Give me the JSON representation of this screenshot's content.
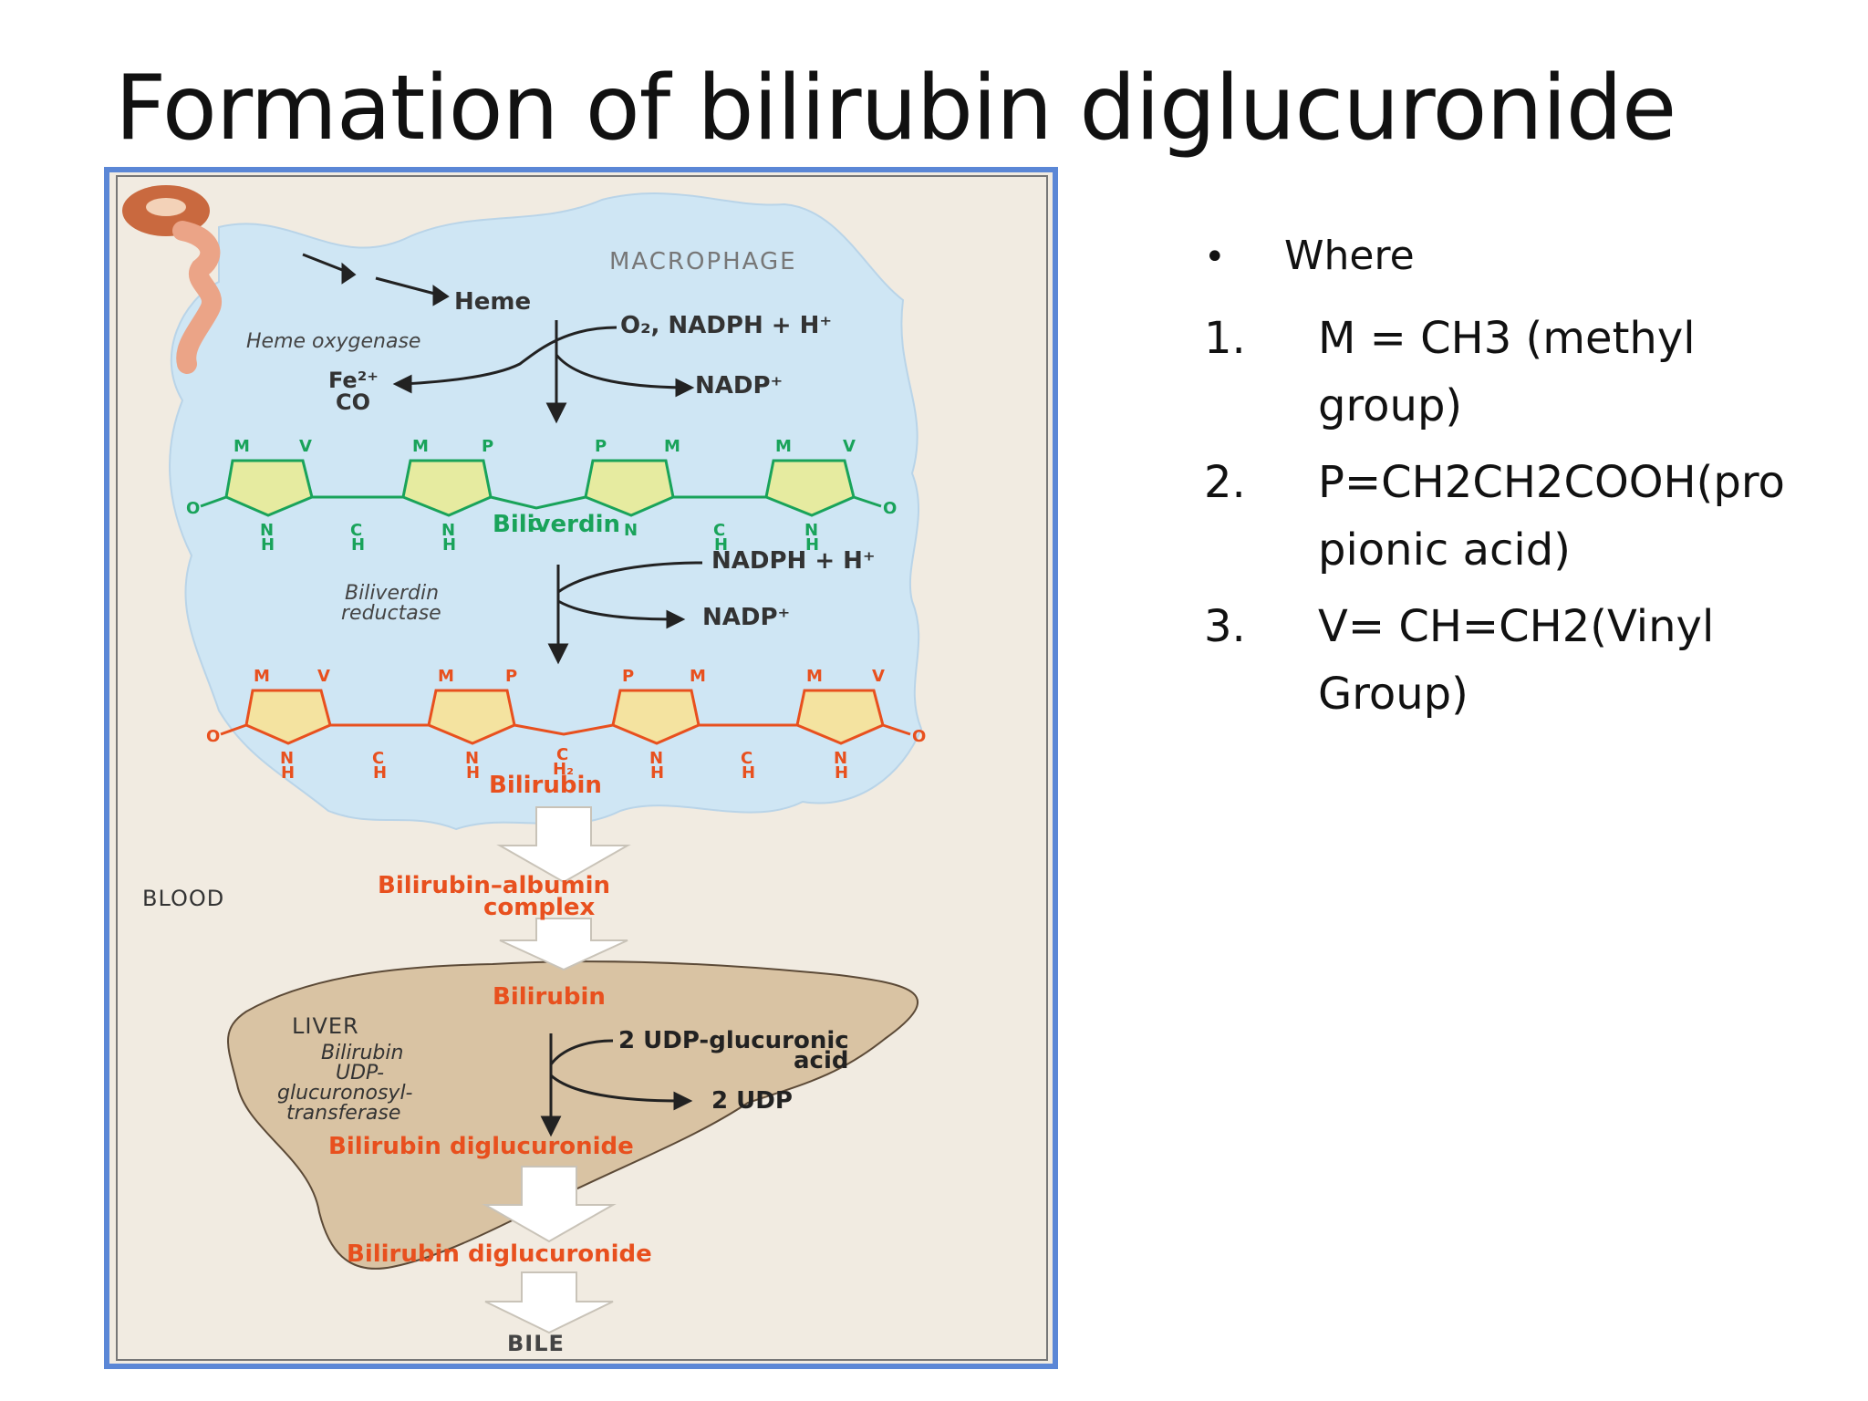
{
  "slide": {
    "title": "Formation of bilirubin diglucuronide"
  },
  "figure": {
    "macrophage_label": "MACROPHAGE",
    "heme": "Heme",
    "o2_nadph": "O₂, NADPH + H⁺",
    "heme_oxygenase": "Heme oxygenase",
    "fe": "Fe²⁺",
    "co": "CO",
    "nadp1": "NADP⁺",
    "biliverdin": "Biliverdin",
    "nadph2": "NADPH + H⁺",
    "biliverdin_reductase_1": "Biliverdin",
    "biliverdin_reductase_2": "reductase",
    "nadp2": "NADP⁺",
    "bilirubin": "Bilirubin",
    "blood_label": "BLOOD",
    "albumin_1": "Bilirubin–albumin",
    "albumin_2": "complex",
    "liver_bilirubin": "Bilirubin",
    "liver_label": "LIVER",
    "enzyme_1": "Bilirubin",
    "enzyme_2": "UDP-",
    "enzyme_3": "glucuronosyl-",
    "enzyme_4": "transferase",
    "udpga_1": "2 UDP-glucuronic",
    "udpga_2": "acid",
    "udp": "2 UDP",
    "diglucuronide_1": "Bilirubin diglucuronide",
    "diglucuronide_2": "Bilirubin diglucuronide",
    "bile": "BILE",
    "pyrrole_letters_top": [
      "M",
      "V",
      "M",
      "P",
      "P",
      "M",
      "M",
      "V"
    ],
    "pyrrole_letters_bottom": [
      "M",
      "V",
      "M",
      "P",
      "P",
      "M",
      "M",
      "V"
    ],
    "atom_labels": {
      "o": "O",
      "n": "N",
      "h": "H",
      "c": "C",
      "h2": "H₂"
    },
    "colors": {
      "macrophage_fill": "#cfe6f4",
      "background": "#f1ebe1",
      "liver_fill": "#d9c3a3",
      "biliverdin_green": "#19a35a",
      "bilirubin_orange": "#e8501e",
      "frame_blue": "#5b87d6"
    }
  },
  "legend": {
    "bullet": "•",
    "bullet_text": "Where",
    "items": [
      {
        "num": "1.",
        "line1": "M = CH3  (methyl",
        "line2": "group)"
      },
      {
        "num": "2.",
        "line1": "P=CH2CH2COOH(pro",
        "line2": "pionic acid)"
      },
      {
        "num": "3.",
        "line1": "V= CH=CH2(Vinyl",
        "line2": "Group)"
      }
    ]
  }
}
